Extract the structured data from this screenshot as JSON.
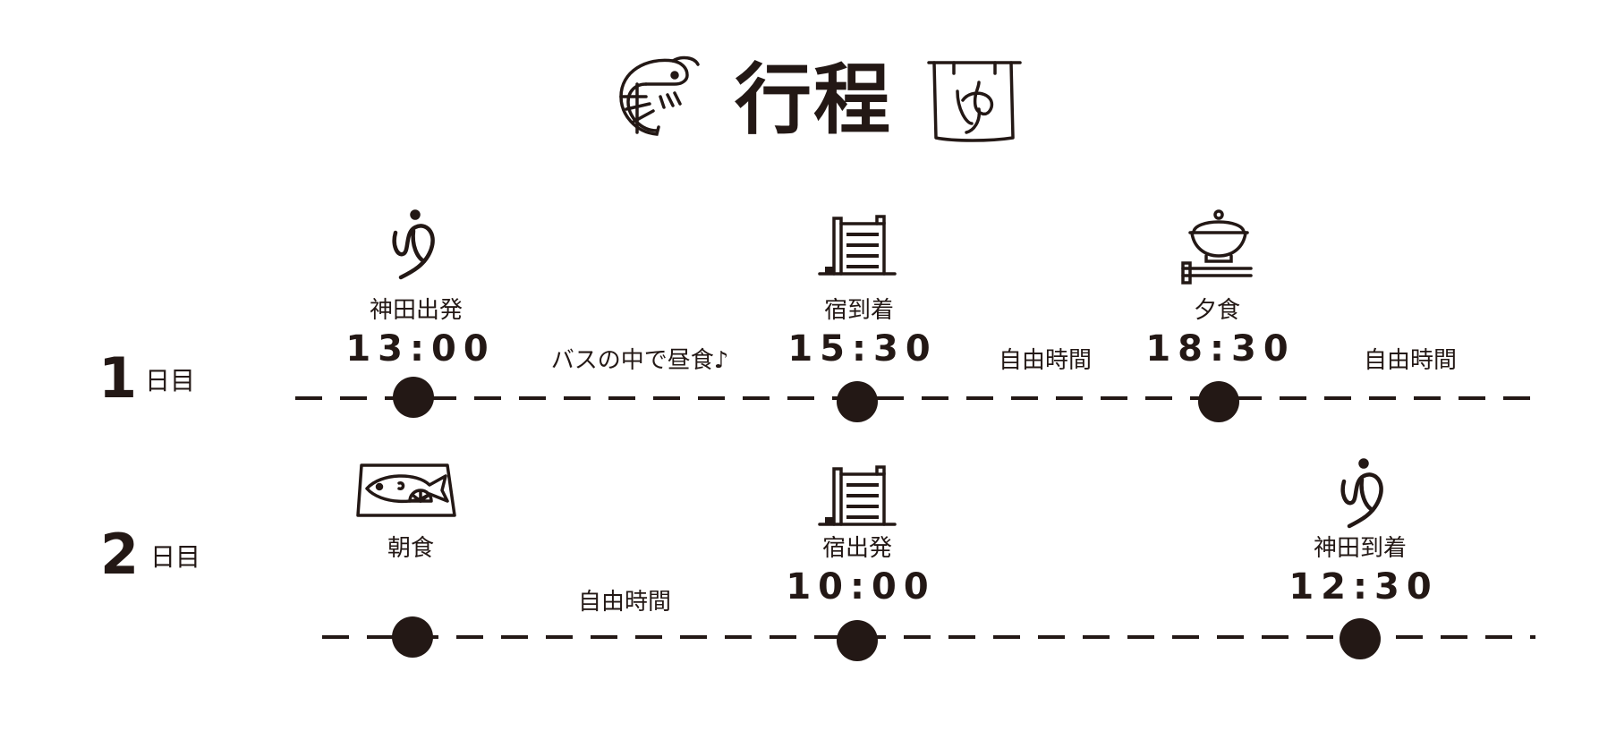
{
  "title": "行程",
  "days": [
    {
      "number": "1",
      "label": "日目",
      "events": [
        {
          "icon": "yu-mark-icon",
          "label": "神田出発",
          "time": "13:00"
        },
        {
          "icon": "hotel-building-icon",
          "label": "宿到着",
          "time": "15:30"
        },
        {
          "icon": "rice-bowl-icon",
          "label": "夕食",
          "time": "18:30"
        }
      ],
      "notes": [
        "バスの中で昼食♪",
        "自由時間",
        "自由時間"
      ]
    },
    {
      "number": "2",
      "label": "日目",
      "events": [
        {
          "icon": "grilled-fish-icon",
          "label": "朝食",
          "time": ""
        },
        {
          "icon": "hotel-building-icon",
          "label": "宿出発",
          "time": "10:00"
        },
        {
          "icon": "yu-mark-icon",
          "label": "神田到着",
          "time": "12:30"
        }
      ],
      "notes": [
        "自由時間"
      ]
    }
  ],
  "colors": {
    "ink": "#231815",
    "background": "#ffffff"
  }
}
